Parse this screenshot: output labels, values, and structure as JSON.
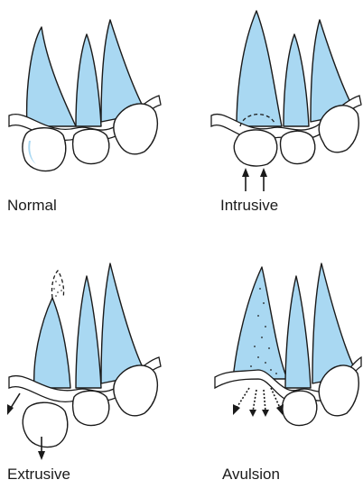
{
  "labels": {
    "normal": "Normal",
    "intrusive": "Intrusive",
    "extrusive": "Extrusive",
    "avulsion": "Avulsion"
  },
  "colors": {
    "root": "#a9d8f2",
    "outline": "#1a1a1a",
    "crown": "#ffffff"
  }
}
